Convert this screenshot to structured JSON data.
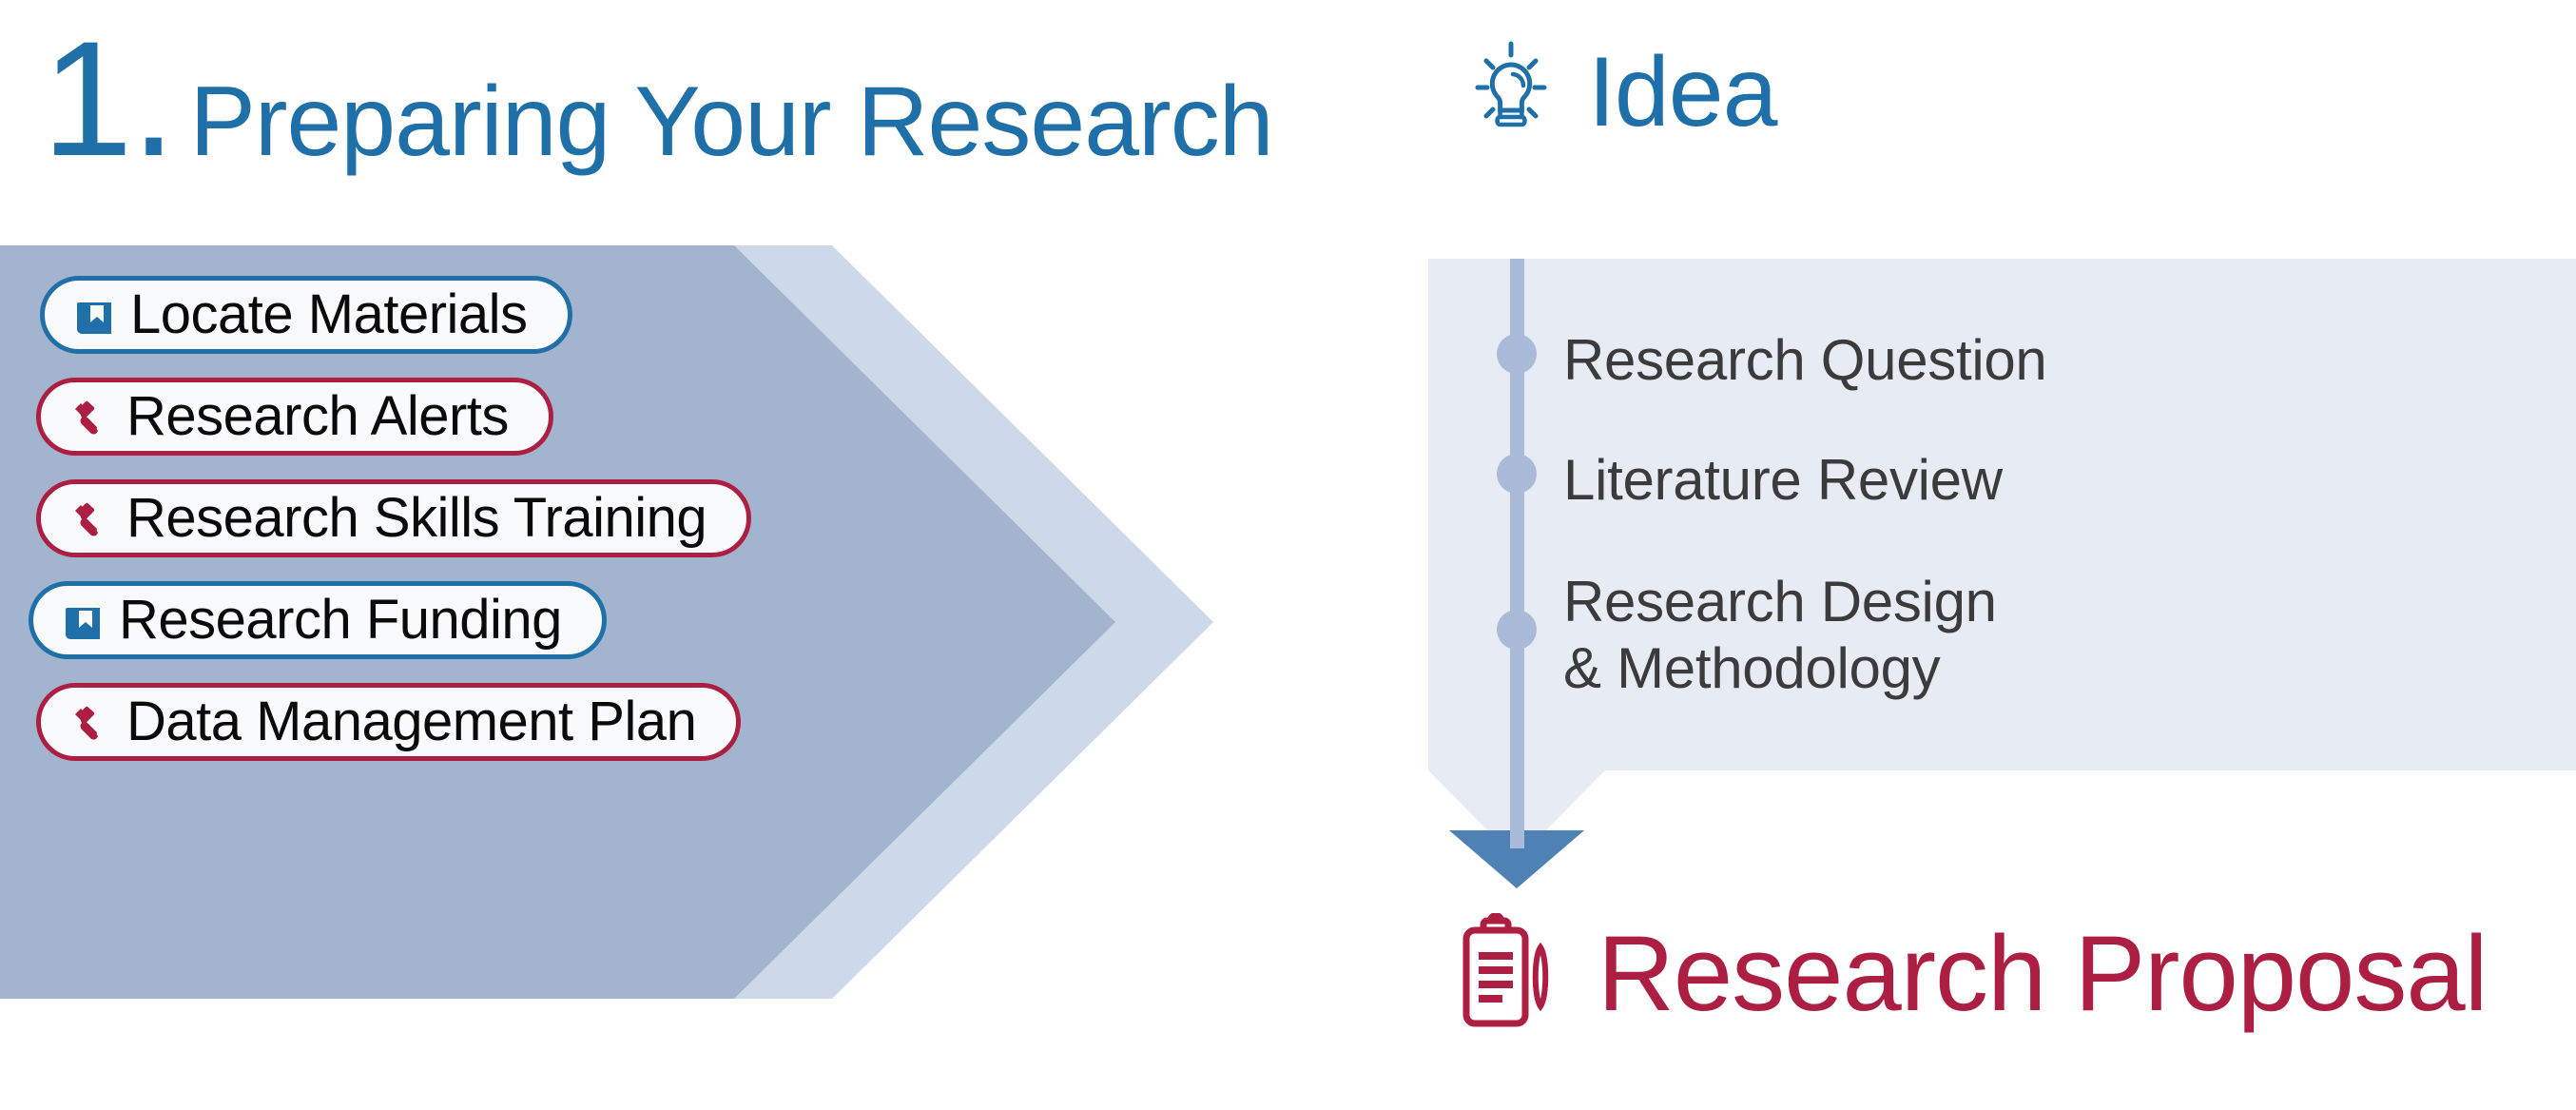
{
  "left": {
    "step_number": "1.",
    "title": "Preparing Your Research",
    "items": [
      {
        "label": "Locate Materials",
        "icon": "book-icon",
        "accent": "#1F6FA8"
      },
      {
        "label": "Research Alerts",
        "icon": "wrench-icon",
        "accent": "#AD1F42"
      },
      {
        "label": "Research Skills Training",
        "icon": "wrench-icon",
        "accent": "#AD1F42"
      },
      {
        "label": "Research Funding",
        "icon": "book-icon",
        "accent": "#1F6FA8"
      },
      {
        "label": "Data Management Plan",
        "icon": "wrench-icon",
        "accent": "#AD1F42"
      }
    ]
  },
  "right": {
    "idea_heading": "Idea",
    "idea_icon": "lightbulb-icon",
    "steps": [
      {
        "label": "Research Question"
      },
      {
        "label": "Literature Review"
      },
      {
        "label": "Research Design\n& Methodology"
      }
    ],
    "outcome_label": "Research Proposal",
    "outcome_icon": "clipboard-pen-icon"
  },
  "colors": {
    "blue": "#1F6FA8",
    "crimson": "#AD1F42",
    "chevron_dark": "#A3B5CE",
    "chevron_light": "#CDD8E9",
    "panel_bg": "#E7EBF4",
    "timeline": "#A9BBD8",
    "arrow_head": "#4E81B4",
    "pill_fill": "#F9FAFB",
    "text_dark": "#3B3B3B"
  }
}
